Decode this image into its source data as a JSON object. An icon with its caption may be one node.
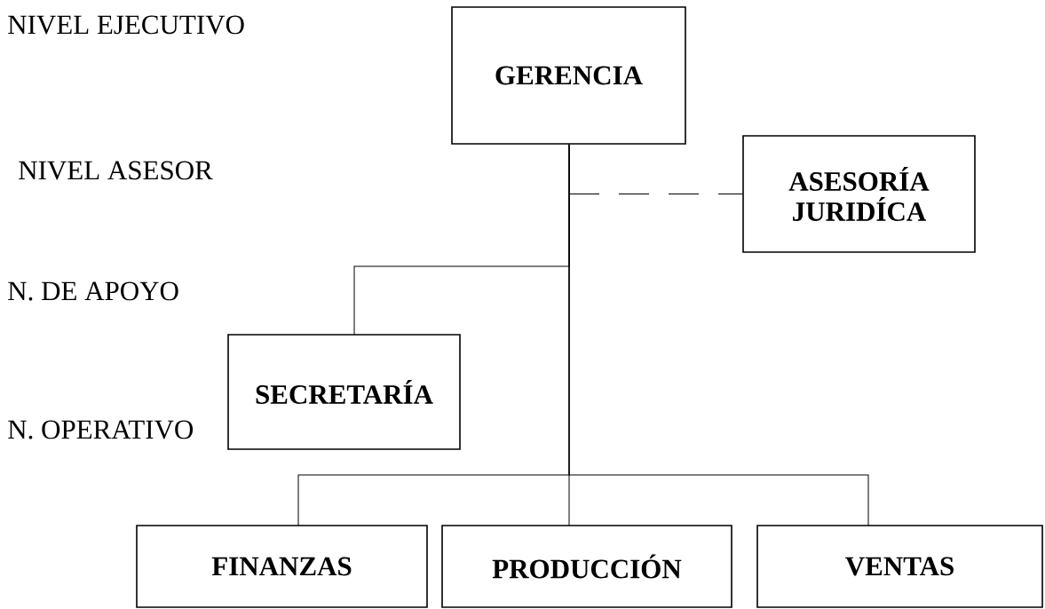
{
  "diagram": {
    "nodes": [
      {
        "text": [
          "GERENCIA"
        ]
      },
      {
        "text": [
          "ASESORÍA JURIDÍCA"
        ]
      },
      {
        "text": [
          "SECRETARÍA"
        ]
      },
      {
        "text": [
          "FINANZAS"
        ]
      },
      {
        "text": [
          "PRODUCCIÓN"
        ]
      },
      {
        "text": [
          "VENTAS"
        ]
      }
    ],
    "edges": [
      {
        "from": 0,
        "to": 1,
        "arrow": "none",
        "style": "dashed"
      },
      {
        "from": 0,
        "to": 2,
        "arrow": "none"
      },
      {
        "from": 0,
        "to": 3,
        "arrow": "none"
      },
      {
        "from": 0,
        "to": 4,
        "arrow": "none"
      },
      {
        "from": 0,
        "to": 5,
        "arrow": "none"
      }
    ],
    "labels": [
      "NIVEL EJECUTIVO",
      "NIVEL ASESOR",
      "N. DE APOYO",
      "N. OPERATIVO"
    ]
  }
}
